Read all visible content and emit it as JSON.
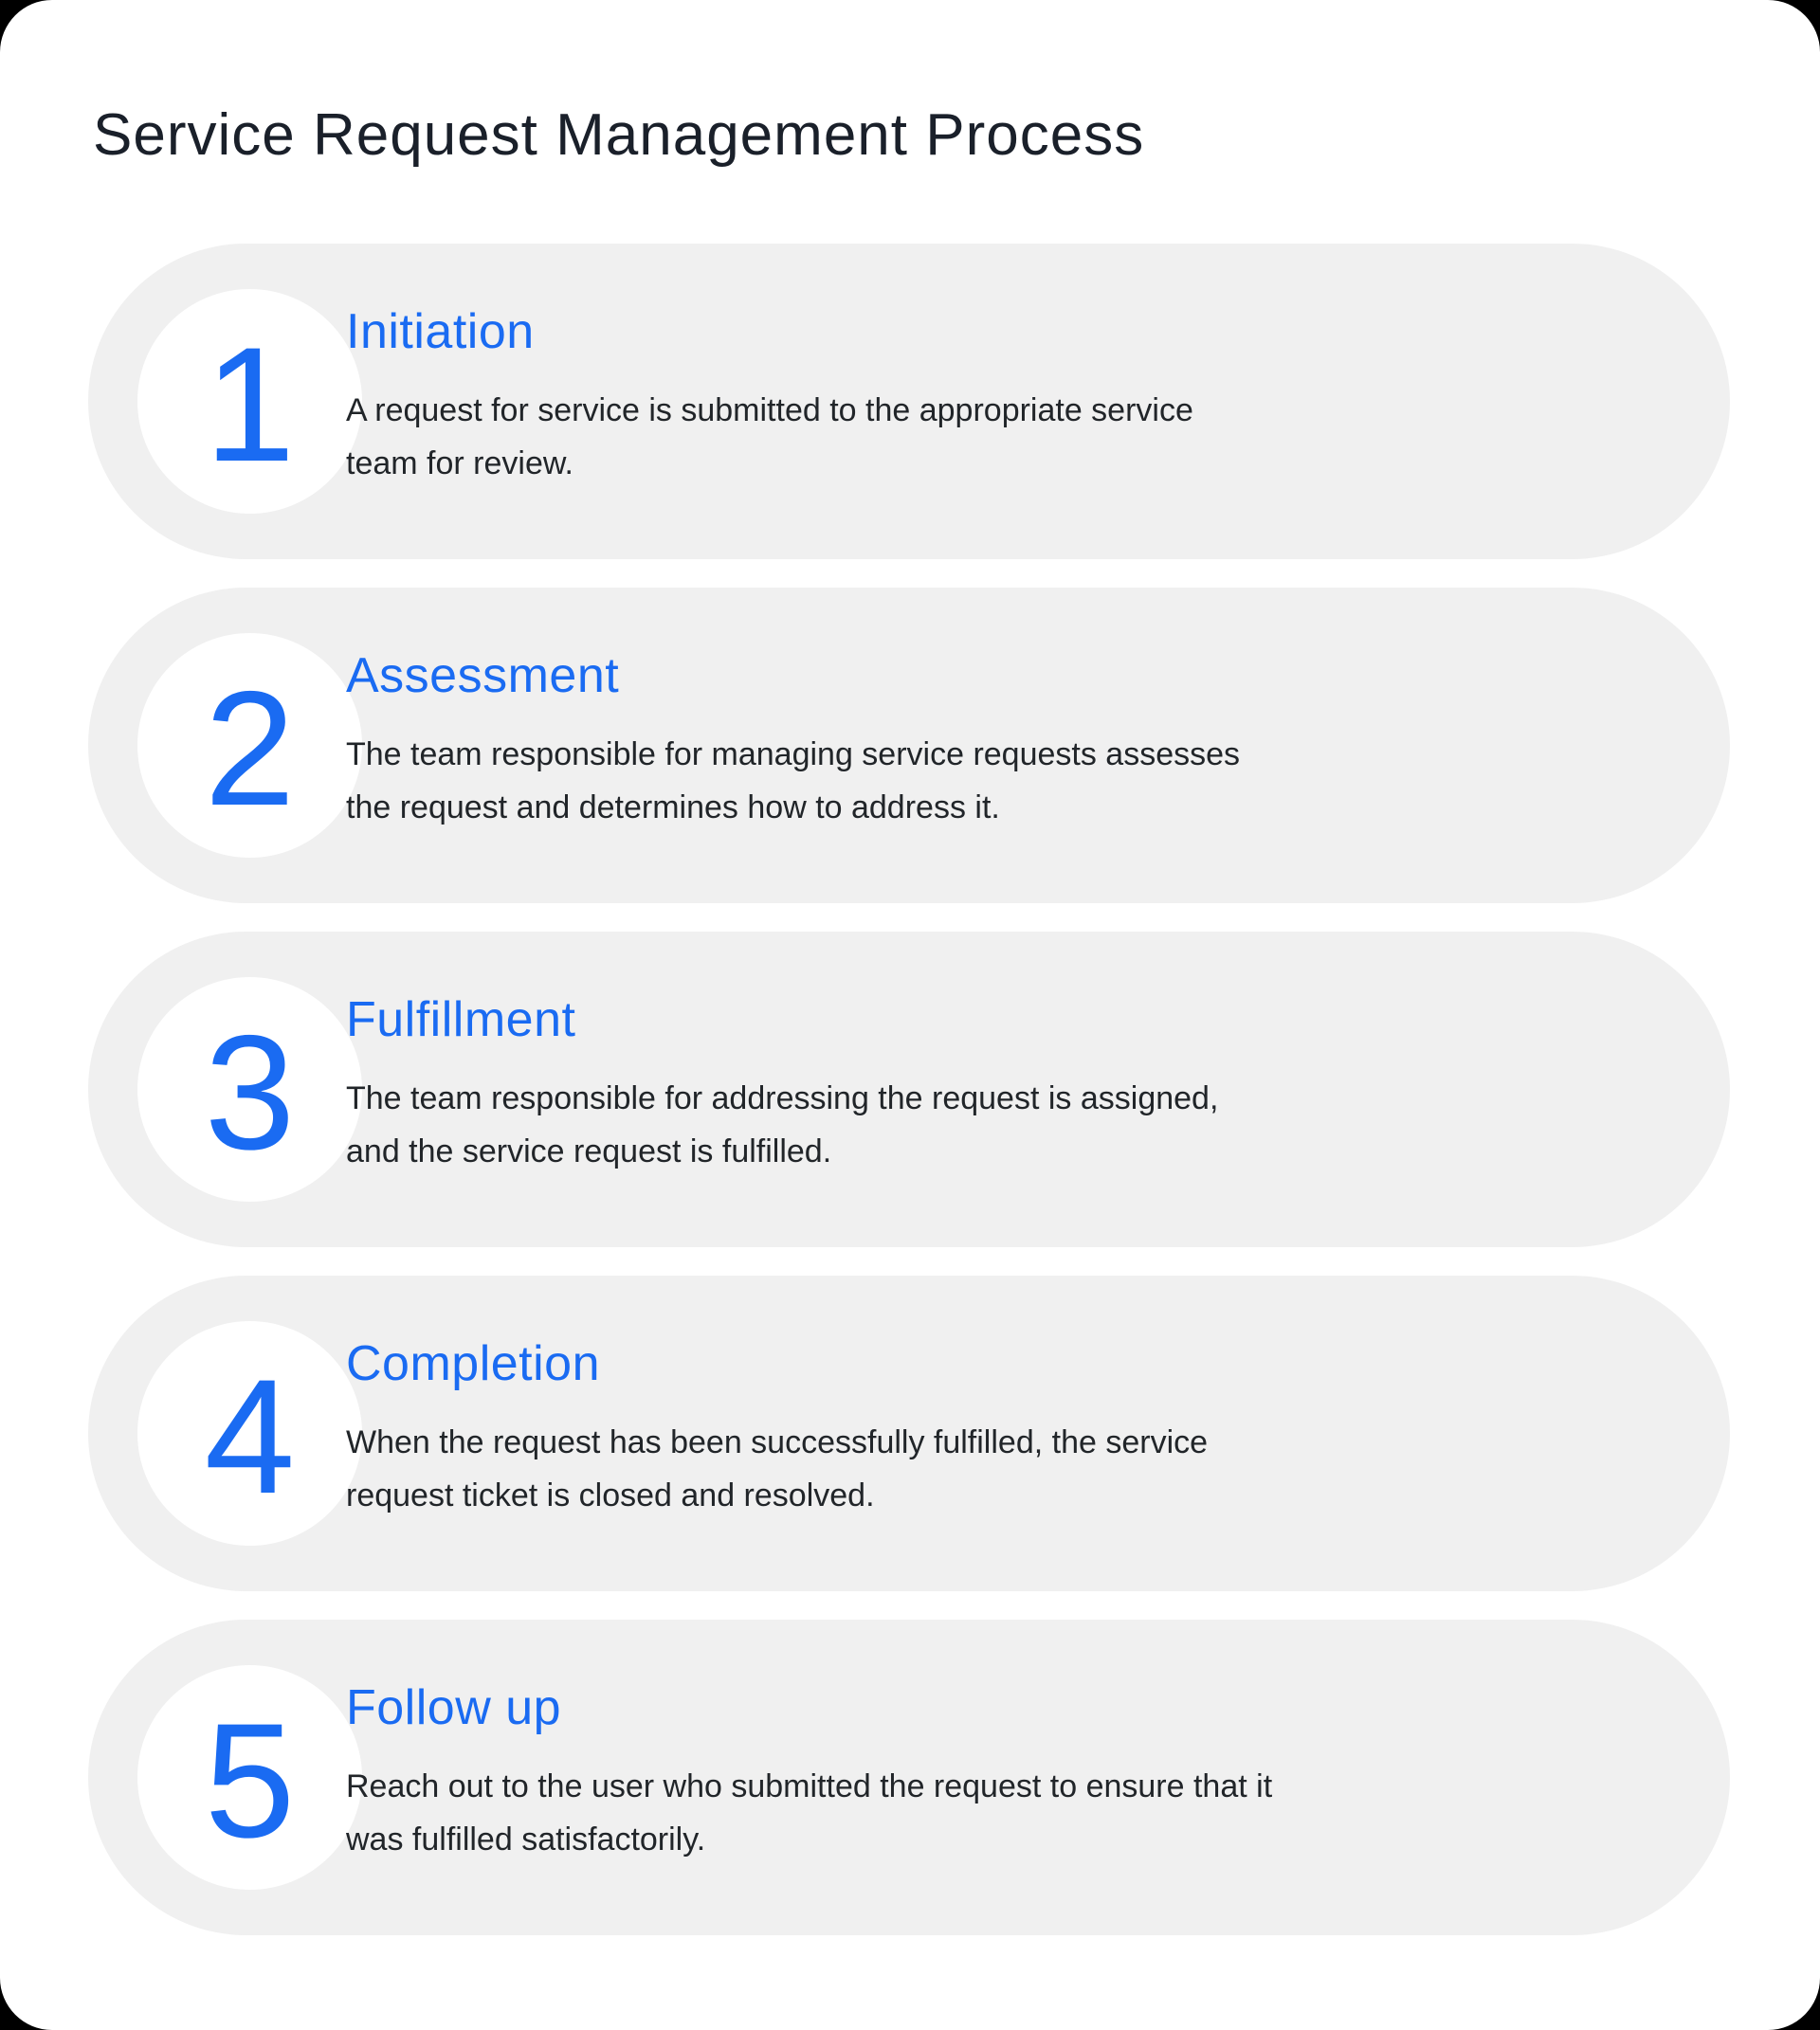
{
  "page": {
    "title": "Service Request Management Process"
  },
  "colors": {
    "outer_background": "#000000",
    "page_background": "#ffffff",
    "card_background": "#f0f0f0",
    "circle_background": "#ffffff",
    "accent_blue": "#1a6bf2",
    "title_color": "#1a202a",
    "body_color": "#212529"
  },
  "steps": [
    {
      "number": "1",
      "title": "Initiation",
      "description": "A request for service is submitted to the appropriate service\nteam for review."
    },
    {
      "number": "2",
      "title": "Assessment",
      "description": "The team responsible for managing service requests assesses\nthe request and determines how to address it."
    },
    {
      "number": "3",
      "title": "Fulfillment",
      "description": "The team responsible for addressing the request is assigned,\nand the service request is fulfilled."
    },
    {
      "number": "4",
      "title": "Completion",
      "description": "When the request has been successfully fulfilled, the service\nrequest ticket is closed and resolved."
    },
    {
      "number": "5",
      "title": "Follow up",
      "description": "Reach out to the user who submitted the request to ensure that it\nwas fulfilled satisfactorily."
    }
  ]
}
